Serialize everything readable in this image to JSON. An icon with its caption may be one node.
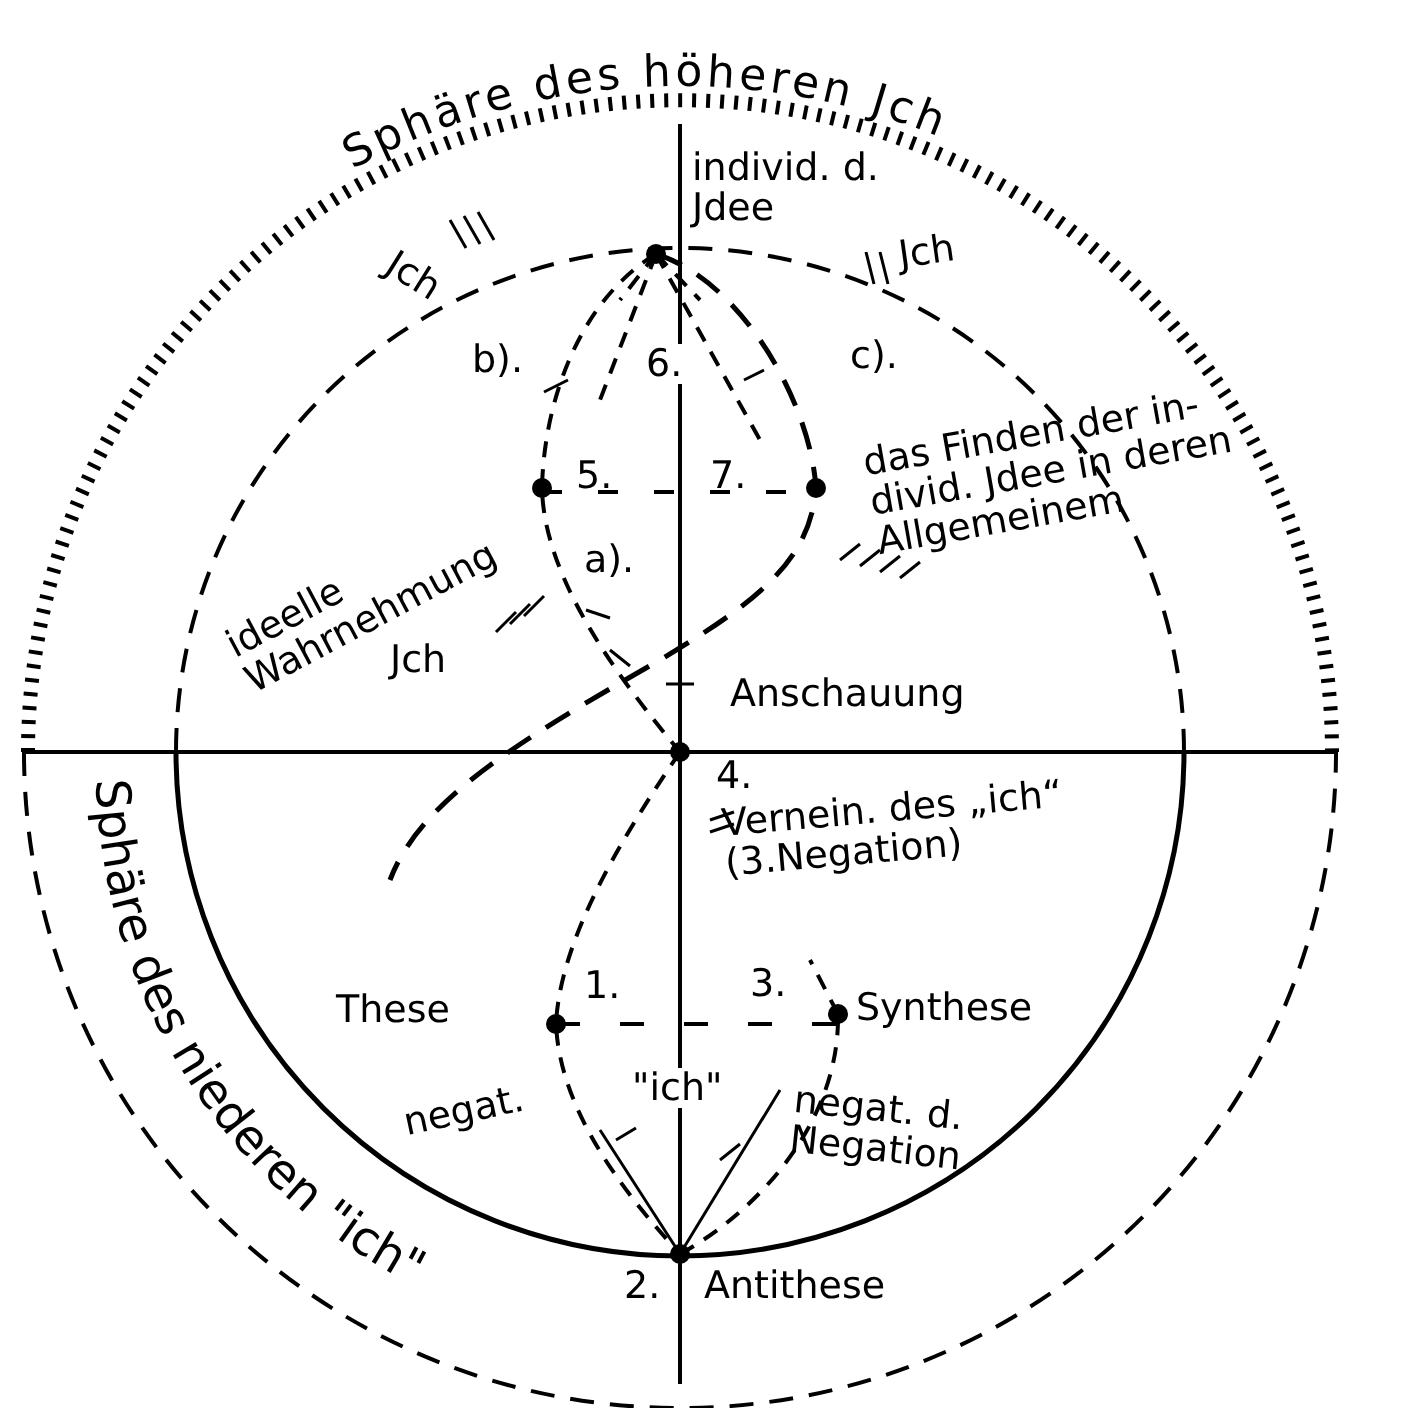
{
  "diagram": {
    "labels": [
      "Sphäre des höheren Jch",
      "Jch",
      "individ. d. Jdee",
      "Jch",
      "b).",
      "6.",
      "c).",
      "5.",
      "7.",
      "das Finden der in- divid. Jdee in deren Allgemeinem",
      "ideelle Wahrnehmung",
      "a).",
      "Jch",
      "Anschauung",
      "4.",
      "Vernein. des „ich“ (3.Negation)",
      "These",
      "1.",
      "3.",
      "Synthese",
      "negat.",
      "\"ich\"",
      "negat. d. Negation",
      "2.",
      "Antithese",
      "Sphäre des niederen \"ich\""
    ]
  }
}
